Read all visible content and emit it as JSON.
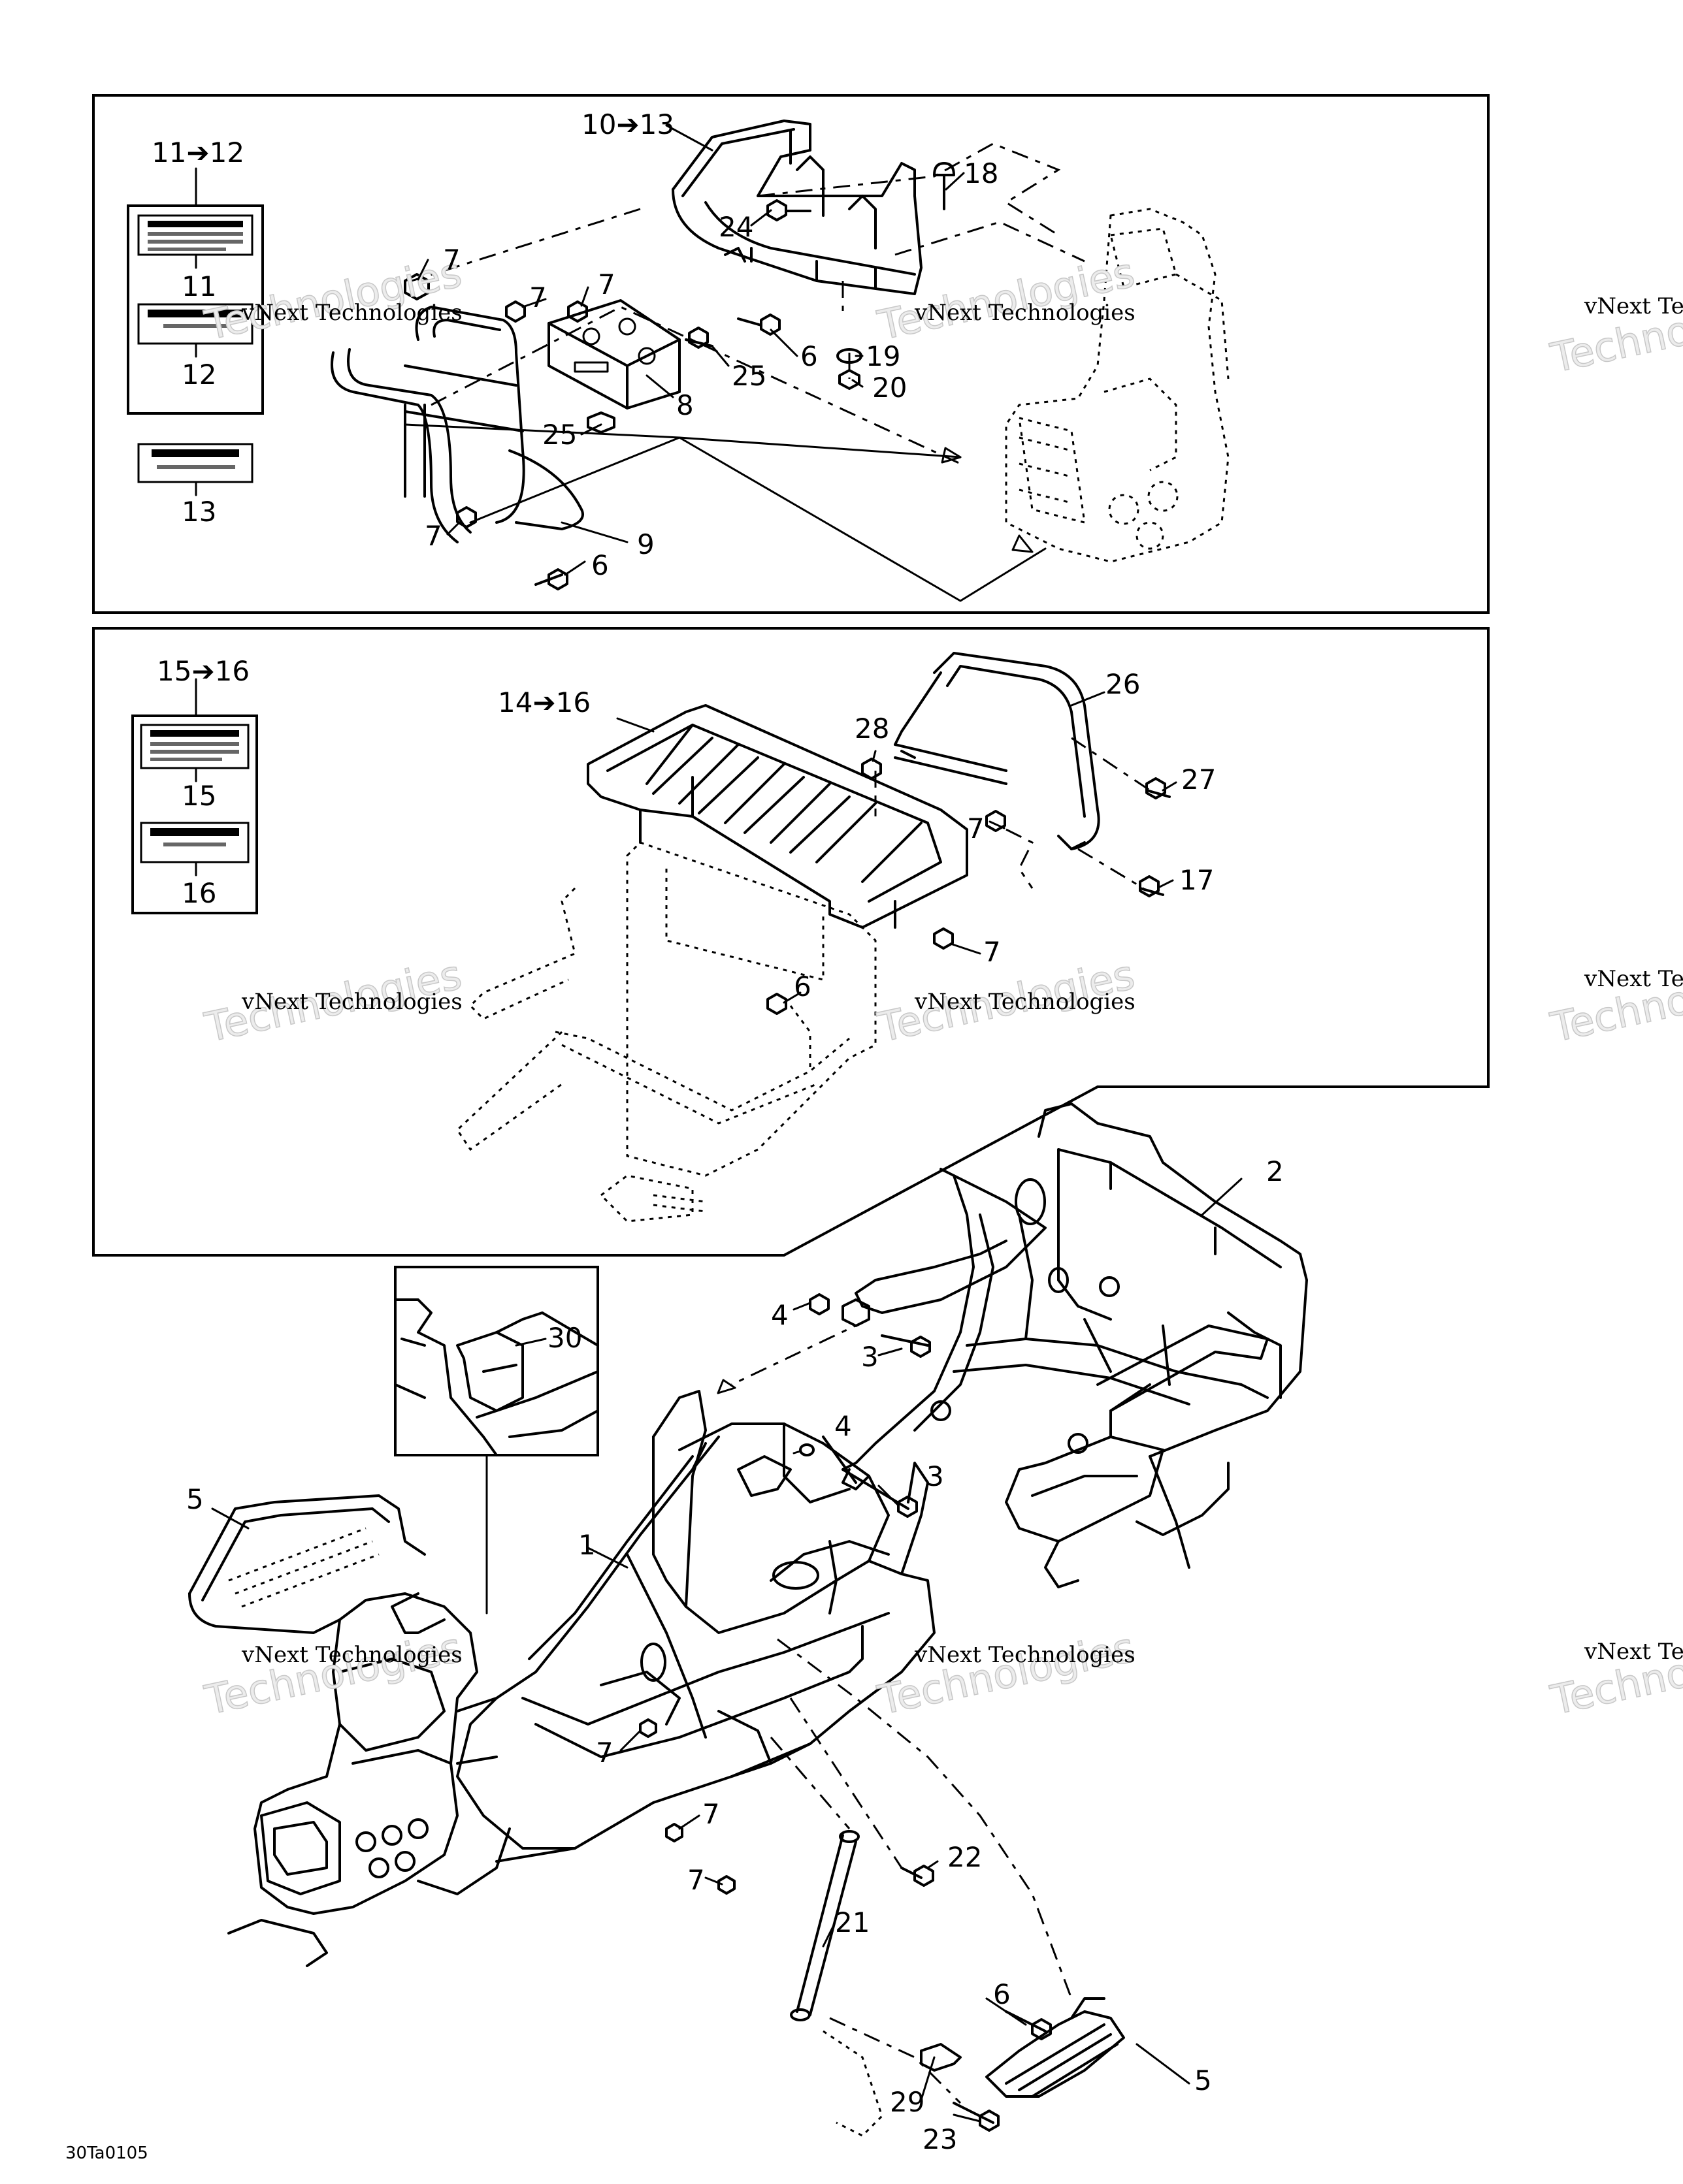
{
  "figure_code": "30Ta0105",
  "watermark": {
    "line1": "vNext Technologies",
    "line2": "Technologies"
  },
  "callouts": {
    "c1": "1",
    "c2": "2",
    "c3a": "3",
    "c3b": "3",
    "c4a": "4",
    "c4b": "4",
    "c5a": "5",
    "c5b": "5",
    "c6a": "6",
    "c6b": "6",
    "c6c": "6",
    "c6d": "6",
    "c7a": "7",
    "c7b": "7",
    "c7c": "7",
    "c7d": "7",
    "c7e": "7",
    "c7f": "7",
    "c7g": "7",
    "c7h": "7",
    "c7i": "7",
    "c8": "8",
    "c9": "9",
    "c10_13": "10➔13",
    "c11_12": "11➔12",
    "c11": "11",
    "c12": "12",
    "c13": "13",
    "c14_16": "14➔16",
    "c15_16": "15➔16",
    "c15": "15",
    "c16": "16",
    "c17": "17",
    "c18": "18",
    "c19": "19",
    "c20": "20",
    "c21": "21",
    "c22": "22",
    "c23": "23",
    "c24": "24",
    "c25a": "25",
    "c25b": "25",
    "c26": "26",
    "c27": "27",
    "c28": "28",
    "c29": "29",
    "c30": "30"
  }
}
